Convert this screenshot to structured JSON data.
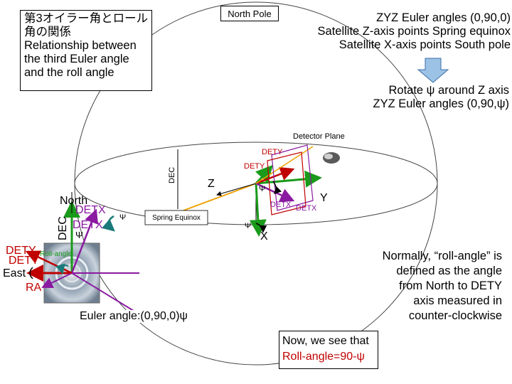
{
  "title_box": {
    "japanese": "第3オイラー角とロール\n角の関係",
    "english": "Relationship between\nthe third Euler angle\nand the roll angle"
  },
  "north_pole_label": "North Pole",
  "euler_info": "ZYZ Euler angles (0,90,0)\nSatellite Z-axis points Spring equinox\nSatellite X-axis points South pole",
  "rotate_info": "Rotate ψ around Z axis\nZYZ Euler angles (0,90,ψ)",
  "detector_plane_label": "Detector Plane",
  "dec_label_center": "DEC",
  "z_label": "Z",
  "y_label": "Y",
  "x_label": "X",
  "psi_symbol": "Ψ",
  "spring_equinox_label": "Spring Equinox",
  "dety_label": "DETY",
  "detx_label": "DETX",
  "left_inset": {
    "north": "North",
    "detx": "DETX",
    "dec": "DEC",
    "dety": "DETY",
    "east": "East",
    "ra": "RA",
    "roll_angle": "Roll-angle"
  },
  "euler_angle_caption": "Euler angle:(0,90,0)",
  "euler_angle_psi": "ψ",
  "normally_text": "Normally, “roll-angle” is\ndefined as the angle\nfrom North to  DETY\naxis measured in\ncounter-clockwise",
  "conclusion": {
    "line1": "Now, we see that",
    "line2": "Roll-angle=90-ψ"
  },
  "colors": {
    "dety": "#c00000",
    "detx": "#7f007f",
    "green_axis": "#1a9a1a",
    "orange_axis": "#f0a000",
    "purple_axis": "#8a1aa0",
    "arrow_blue": "#9cc3e6"
  },
  "icons": [
    "arrow-down-icon",
    "rotation-arc-icon",
    "detector-image-icon",
    "sky-image-icon"
  ]
}
